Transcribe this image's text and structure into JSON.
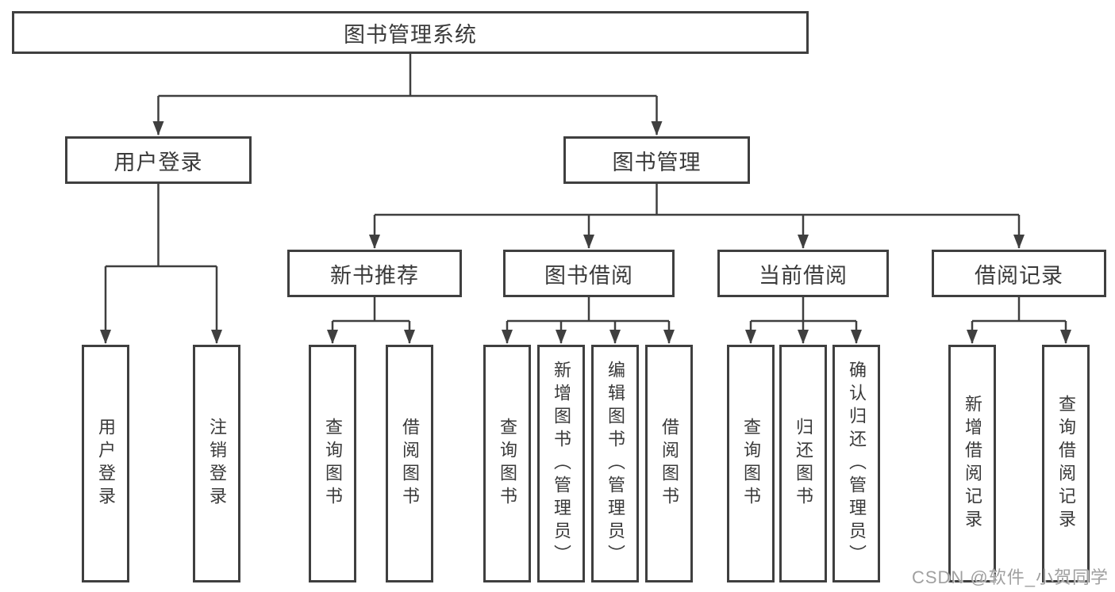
{
  "colors": {
    "line": "#3f3f3f",
    "border": "#3f3f3f",
    "text": "#3a3a3a",
    "watermark": "#a0a0a0",
    "background": "#ffffff"
  },
  "root": {
    "label": "图书管理系统"
  },
  "branches": [
    {
      "label": "用户登录"
    },
    {
      "label": "图书管理"
    }
  ],
  "sections": [
    {
      "label": "新书推荐",
      "parent": "图书管理"
    },
    {
      "label": "图书借阅",
      "parent": "图书管理"
    },
    {
      "label": "当前借阅",
      "parent": "图书管理"
    },
    {
      "label": "借阅记录",
      "parent": "图书管理"
    }
  ],
  "leaves": [
    {
      "label": "用户登录",
      "parent": "用户登录"
    },
    {
      "label": "注销登录",
      "parent": "用户登录"
    },
    {
      "label": "查询图书",
      "parent": "新书推荐"
    },
    {
      "label": "借阅图书",
      "parent": "新书推荐"
    },
    {
      "label": "查询图书",
      "parent": "图书借阅"
    },
    {
      "label": "新增图书（管理员）",
      "parent": "图书借阅"
    },
    {
      "label": "编辑图书（管理员）",
      "parent": "图书借阅"
    },
    {
      "label": "借阅图书",
      "parent": "图书借阅"
    },
    {
      "label": "查询图书",
      "parent": "当前借阅"
    },
    {
      "label": "归还图书",
      "parent": "当前借阅"
    },
    {
      "label": "确认归还（管理员）",
      "parent": "当前借阅"
    },
    {
      "label": "新增借阅记录",
      "parent": "借阅记录"
    },
    {
      "label": "查询借阅记录",
      "parent": "借阅记录"
    }
  ],
  "watermark": "CSDN @软件_小贺同学"
}
